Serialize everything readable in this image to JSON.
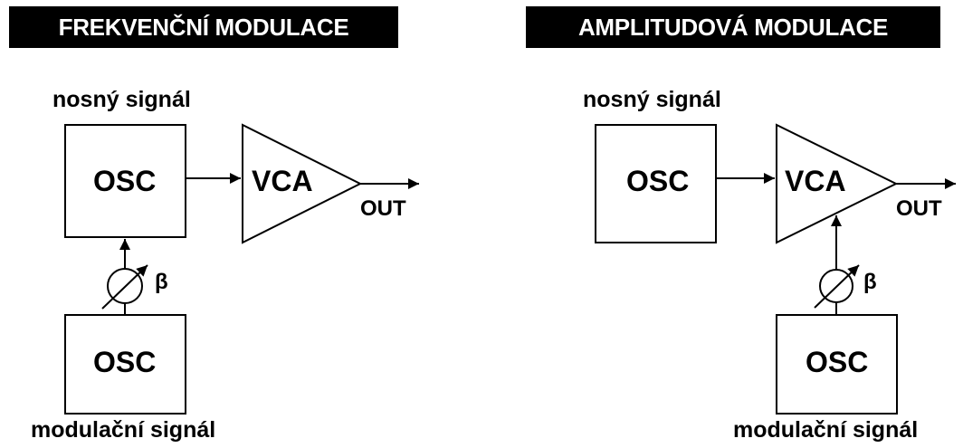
{
  "colors": {
    "banner_bg": "#000000",
    "banner_text": "#ffffff",
    "line": "#000000",
    "background": "#ffffff"
  },
  "fm": {
    "title": "FREKVENČNÍ MODULACE",
    "carrier_label": "nosný signál",
    "carrier_block": "OSC",
    "amp_block": "VCA",
    "output": "OUT",
    "depth": "β",
    "mod_block": "OSC",
    "mod_label": "modulační signál"
  },
  "am": {
    "title": "AMPLITUDOVÁ MODULACE",
    "carrier_label": "nosný signál",
    "carrier_block": "OSC",
    "amp_block": "VCA",
    "output": "OUT",
    "depth": "β",
    "mod_block": "OSC",
    "mod_label": "modulační signál"
  }
}
